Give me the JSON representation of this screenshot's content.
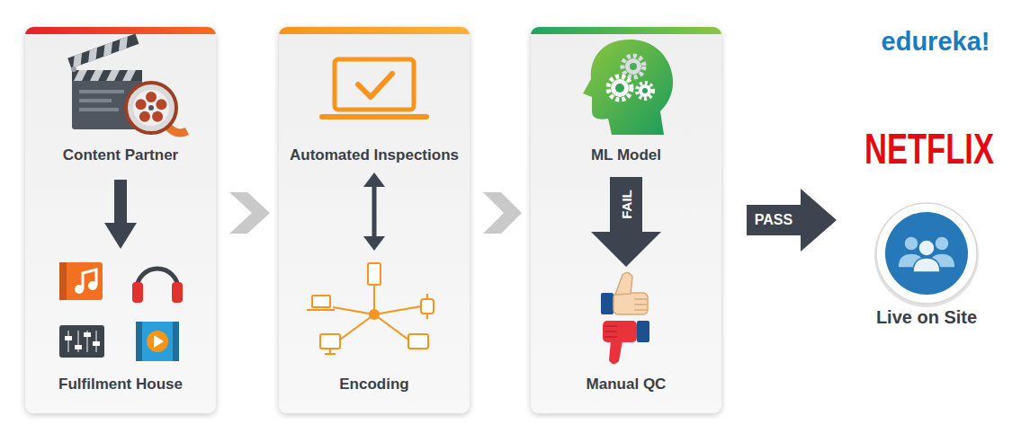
{
  "diagram": {
    "nodes": [
      {
        "text": [
          "Content Partner",
          "Fulfilment House"
        ]
      },
      {
        "text": [
          "Automated Inspections",
          "Encoding"
        ]
      },
      {
        "text": [
          "ML Model",
          "Manual QC"
        ]
      },
      {
        "text": [
          "Live on Site"
        ]
      }
    ],
    "edges": [
      {
        "from": 0,
        "to": 1,
        "arrow": "to"
      },
      {
        "from": 1,
        "to": 2,
        "arrow": "to"
      },
      {
        "from": 2,
        "to": 3,
        "arrow": "to",
        "label": "PASS"
      }
    ],
    "labels": [
      "FAIL",
      "NETFLIX",
      "edureka!"
    ]
  }
}
